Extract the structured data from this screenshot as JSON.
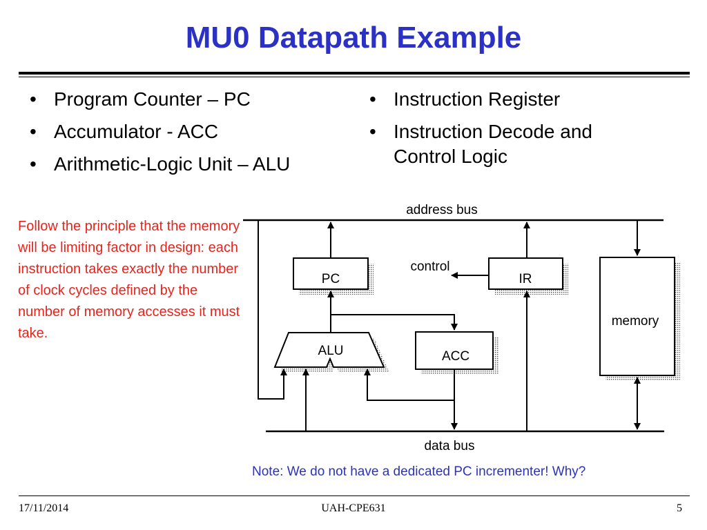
{
  "slide": {
    "title": "MU0 Datapath Example",
    "left_bullets": [
      "Program Counter – PC",
      "Accumulator - ACC",
      "Arithmetic-Logic Unit – ALU"
    ],
    "right_bullets": [
      "Instruction Register",
      "Instruction Decode and Control Logic"
    ],
    "principle_note": "Follow the principle that the memory will be limiting factor in design: each instruction takes exactly the number of clock cycles defined by the number of memory accesses it must take.",
    "bottom_note": "Note: We do not have a dedicated PC incrementer! Why?"
  },
  "diagram": {
    "address_bus_label": "address bus",
    "data_bus_label": "data bus",
    "control_label": "control",
    "pc_label": "PC",
    "ir_label": "IR",
    "alu_label": "ALU",
    "acc_label": "ACC",
    "memory_label": "memory"
  },
  "footer": {
    "date": "17/11/2014",
    "course": "UAH-CPE631",
    "page": "5"
  }
}
